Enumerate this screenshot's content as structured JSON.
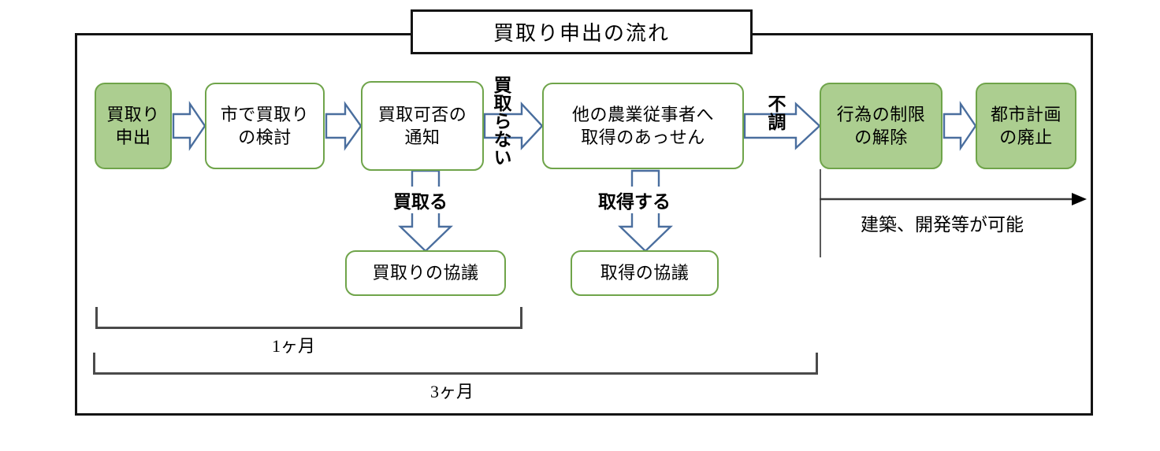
{
  "diagram": {
    "title": "買取り申出の流れ",
    "palette": {
      "box_fill_green": "#ACCE90",
      "box_fill_white": "#FFFFFF",
      "box_border_green": "#6FA44A",
      "arrow_blue": "#4A6E9E",
      "frame_black": "#141414",
      "bracket_gray": "#4A4A4A"
    },
    "boxes": [
      {
        "id": "box-apply",
        "label": "買取り\n申出",
        "fill": "green"
      },
      {
        "id": "box-city-review",
        "label": "市で買取り\nの検討",
        "fill": "white"
      },
      {
        "id": "box-notice",
        "label": "買取可否の\n通知",
        "fill": "white"
      },
      {
        "id": "box-mediation",
        "label": "他の農業従事者へ\n取得のあっせん",
        "fill": "white"
      },
      {
        "id": "box-lift-restriction",
        "label": "行為の制限\nの解除",
        "fill": "green"
      },
      {
        "id": "box-abolish-plan",
        "label": "都市計画\nの廃止",
        "fill": "green"
      },
      {
        "id": "box-purchase-negotiation",
        "label": "買取りの協議",
        "fill": "white"
      },
      {
        "id": "box-acquire-negotiation",
        "label": "取得の協議",
        "fill": "white"
      }
    ],
    "edge_labels": {
      "not_purchase": "買取らない",
      "purchase": "買取る",
      "acquire": "取得する",
      "failed": "不調"
    },
    "outcome_label": "建築、開発等が可能",
    "brackets": [
      {
        "id": "bracket-one-month",
        "label": "1ヶ月"
      },
      {
        "id": "bracket-three-month",
        "label": "3ヶ月"
      }
    ]
  }
}
